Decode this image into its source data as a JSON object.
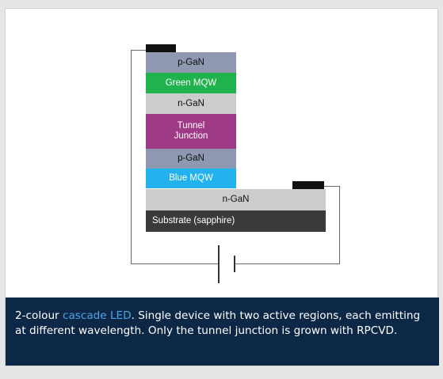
{
  "layers": {
    "p_gan_top": "p-GaN",
    "green_mqw": "Green MQW",
    "n_gan_mid": "n-GaN",
    "tunnel_junction": "Tunnel Junction",
    "p_gan_lower": "p-GaN",
    "blue_mqw": "Blue MQW",
    "n_gan_base": "n-GaN",
    "substrate": "Substrate (sapphire)"
  },
  "colors": {
    "p_gan": "#8e98b0",
    "green_mqw": "#1fb24d",
    "n_gan": "#cccccc",
    "tunnel_junction": "#9f3a86",
    "blue_mqw": "#22b3ef",
    "substrate": "#3a3a3a",
    "caption_bg": "#0d2846",
    "caption_highlight": "#4aa5ea"
  },
  "caption": {
    "before": "2-colour ",
    "highlight": "cascade LED",
    "after": ". Single device with two active regions, each emitting at different wavelength. Only the tunnel junction is grown with RPCVD."
  }
}
